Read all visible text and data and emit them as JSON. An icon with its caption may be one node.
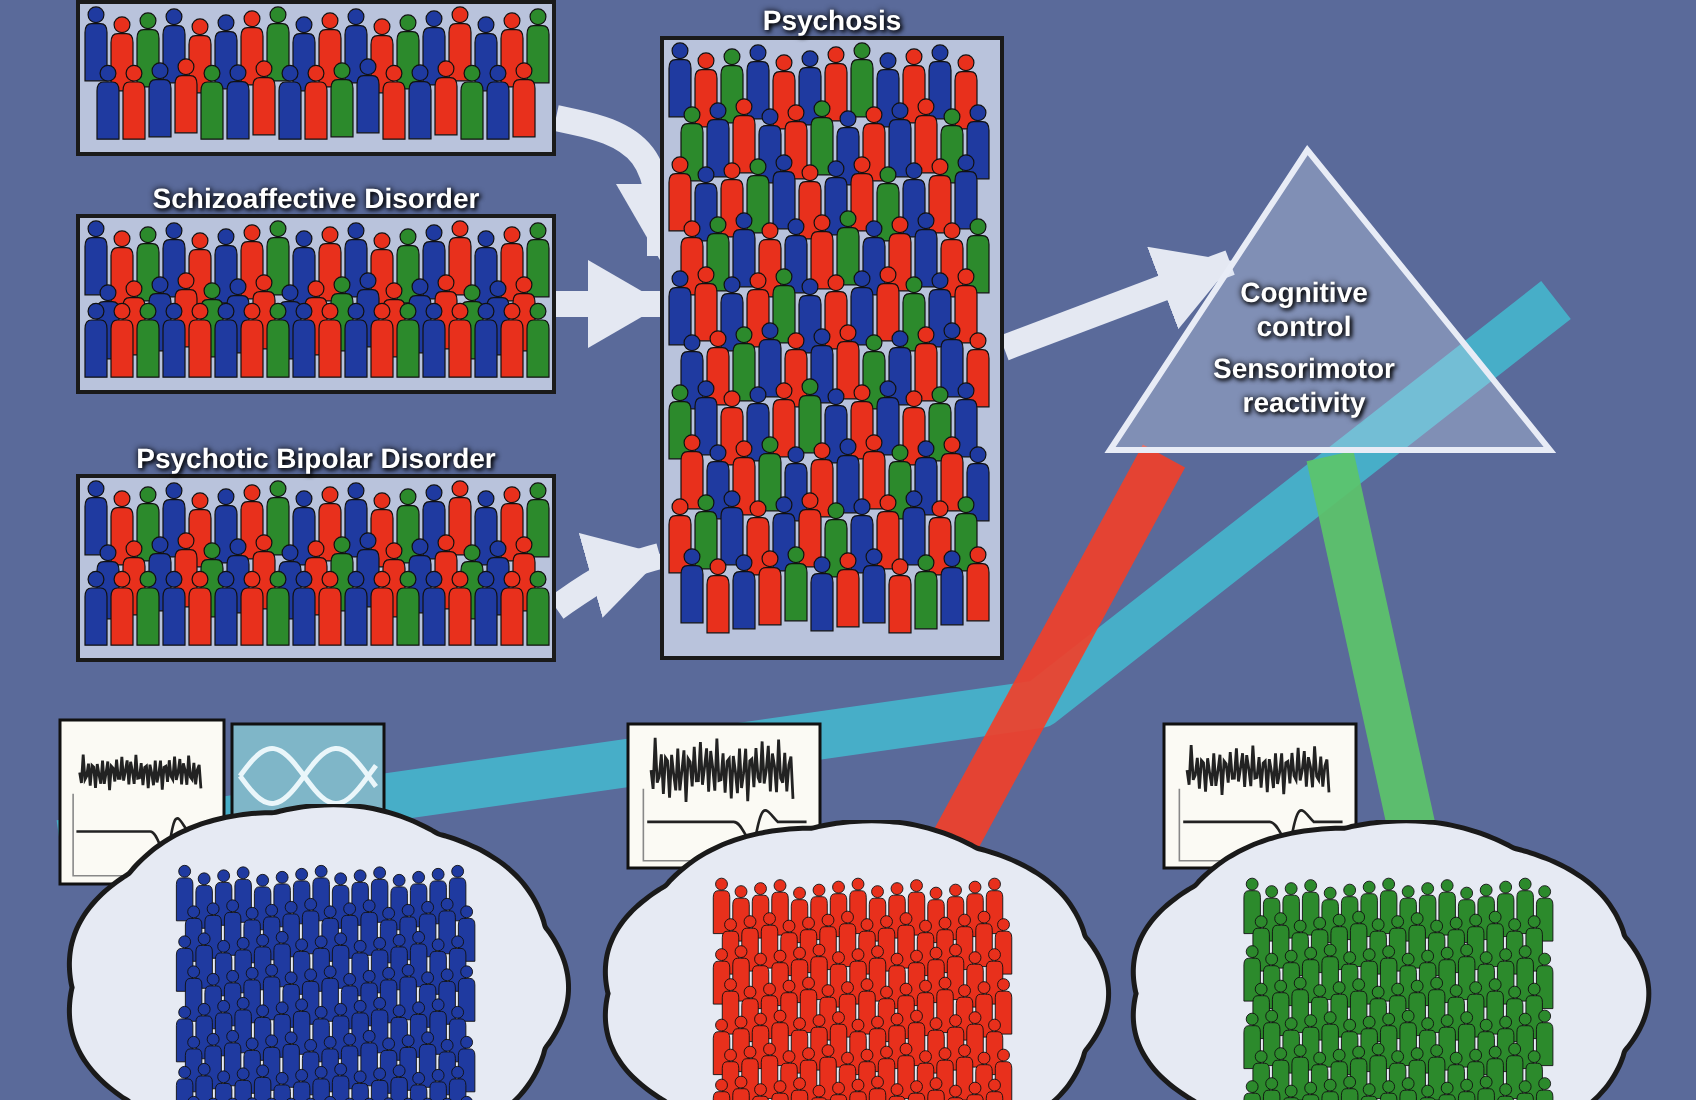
{
  "diagram": {
    "nodes": [
      {
        "text": [],
        "shape": "box"
      },
      {
        "text": [
          "Schizoaffective Disorder"
        ]
      },
      {
        "text": [
          "Psychotic Bipolar Disorder"
        ]
      },
      {
        "text": [
          "Psychosis"
        ]
      },
      {
        "text": [
          "Cognitive control",
          "Sensorimotor reactivity"
        ]
      },
      {
        "text": [],
        "shape": "cloud"
      },
      {
        "text": [],
        "shape": "cloud"
      },
      {
        "text": [],
        "shape": "cloud"
      }
    ],
    "edges": [
      {
        "from": 0,
        "to": 3,
        "arrow": "to"
      },
      {
        "from": 1,
        "to": 3,
        "arrow": "to"
      },
      {
        "from": 2,
        "to": 3,
        "arrow": "to"
      },
      {
        "from": 3,
        "to": 4,
        "arrow": "to"
      },
      {
        "from": 4,
        "to": 5,
        "arrow": "none",
        "style": "thick",
        "color": "#45b4cc"
      },
      {
        "from": 4,
        "to": 6,
        "arrow": "none",
        "style": "thick",
        "color": "#f0402a"
      },
      {
        "from": 4,
        "to": 7,
        "arrow": "none",
        "style": "thick",
        "color": "#5cc46a"
      }
    ]
  }
}
